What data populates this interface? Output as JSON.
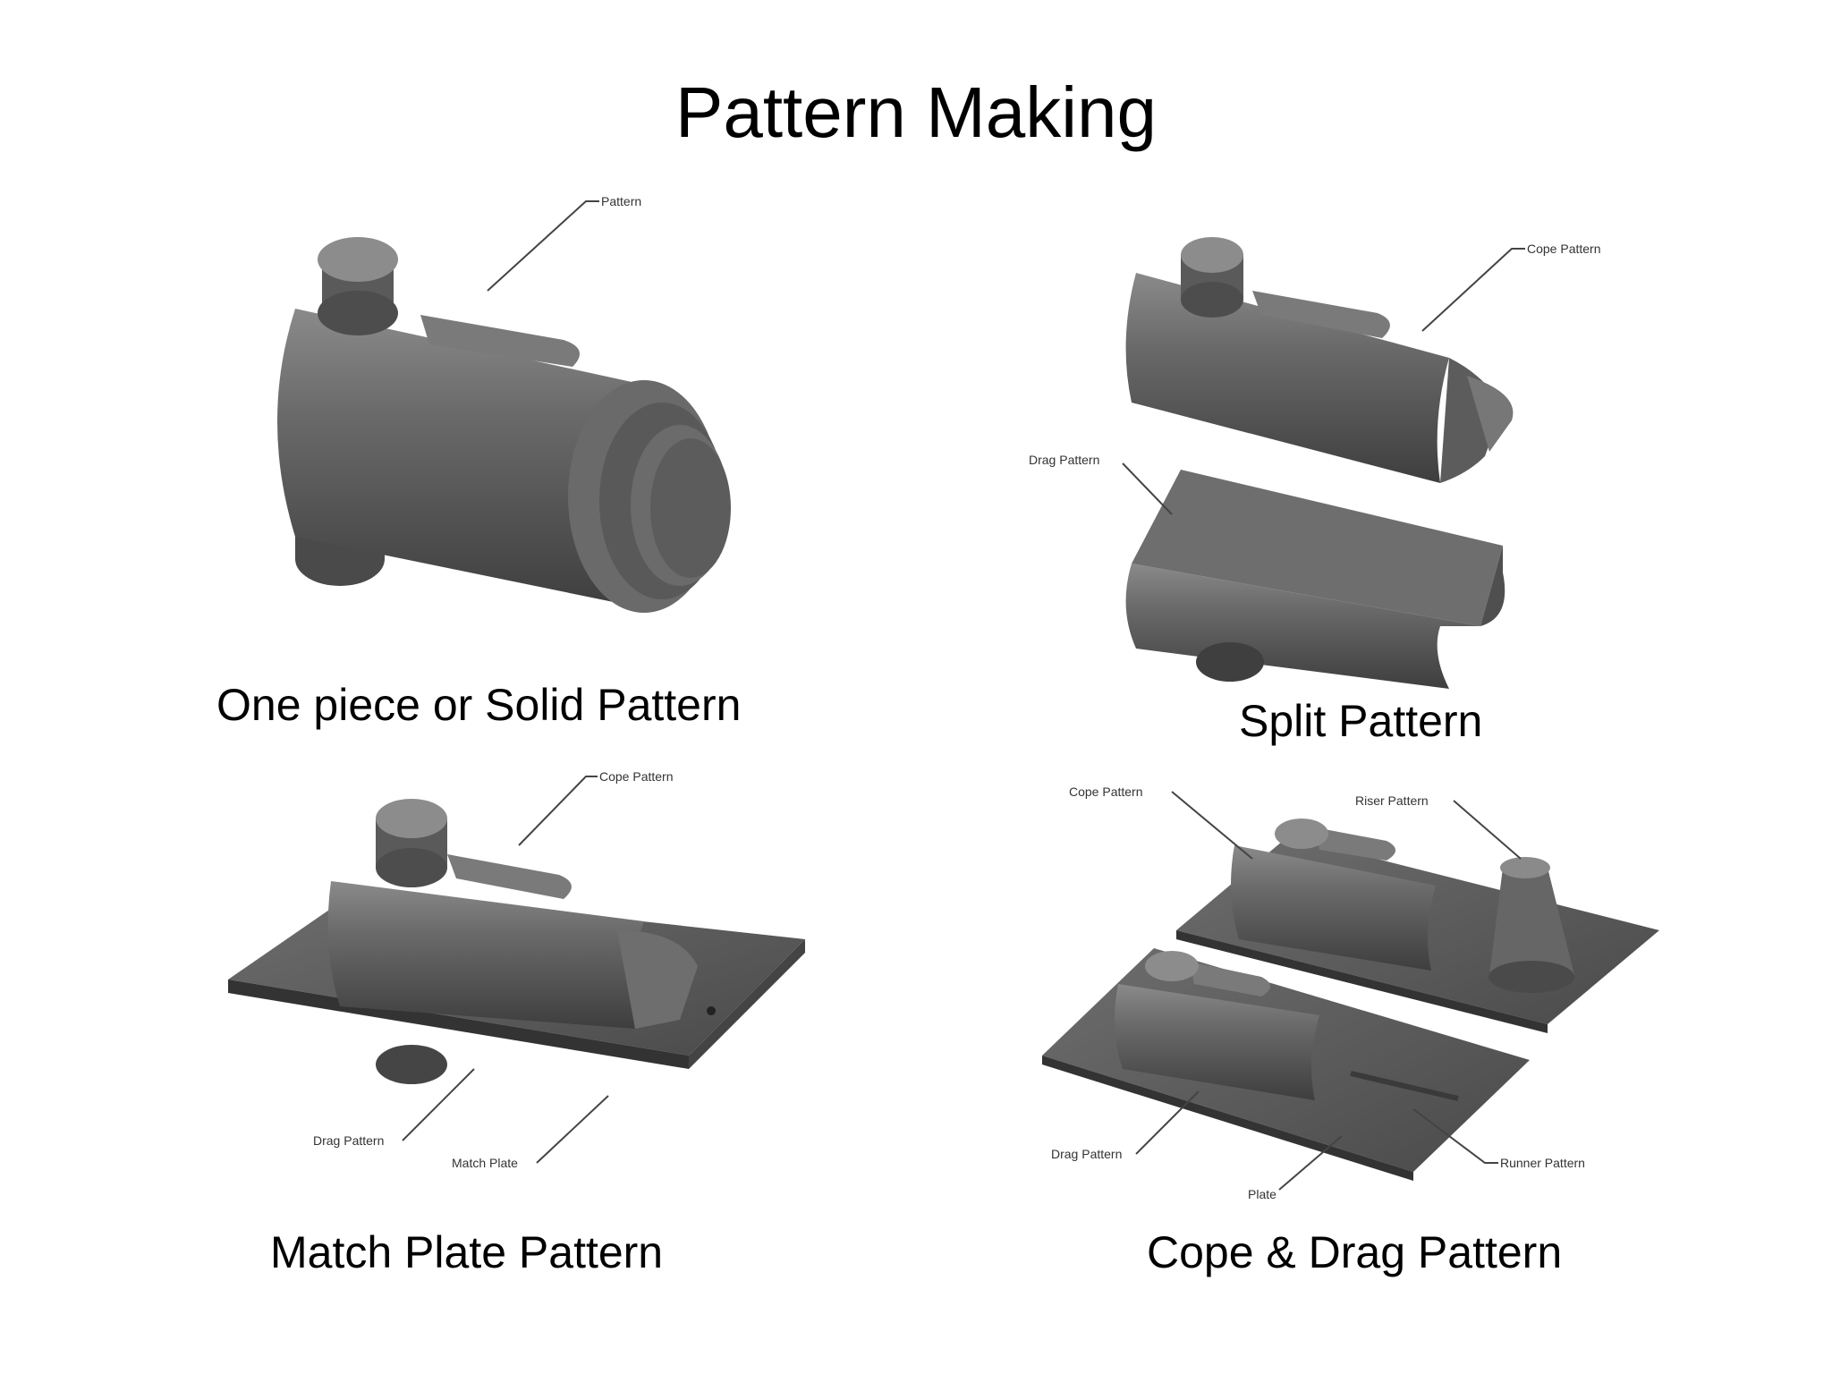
{
  "title": "Pattern Making",
  "figures": {
    "solid": {
      "caption": "One piece or Solid Pattern",
      "labels": {
        "pattern": "Pattern"
      }
    },
    "split": {
      "caption": "Split Pattern",
      "labels": {
        "cope": "Cope Pattern",
        "drag": "Drag Pattern"
      }
    },
    "match_plate": {
      "caption": "Match Plate Pattern",
      "labels": {
        "cope": "Cope Pattern",
        "drag": "Drag Pattern",
        "plate": "Match Plate"
      }
    },
    "cope_drag": {
      "caption": "Cope & Drag Pattern",
      "labels": {
        "cope": "Cope Pattern",
        "riser": "Riser Pattern",
        "drag": "Drag Pattern",
        "plate": "Plate",
        "runner": "Runner Pattern"
      }
    }
  }
}
